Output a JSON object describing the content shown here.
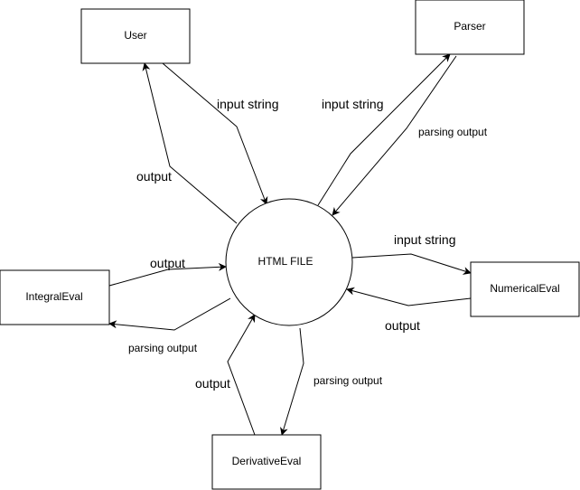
{
  "nodes": {
    "user": "User",
    "parser": "Parser",
    "html_file": "HTML FILE",
    "integral_eval": "IntegralEval",
    "numerical_eval": "NumericalEval",
    "derivative_eval": "DerivativeEval"
  },
  "edges": {
    "user_to_html": "input string",
    "html_to_user": "output",
    "html_to_parser": "input string",
    "parser_to_html": "parsing output",
    "integral_to_html": "output",
    "html_to_integral": "parsing output",
    "html_to_numerical": "input string",
    "numerical_to_html": "output",
    "derivative_to_html": "output",
    "html_to_derivative": "parsing output"
  }
}
